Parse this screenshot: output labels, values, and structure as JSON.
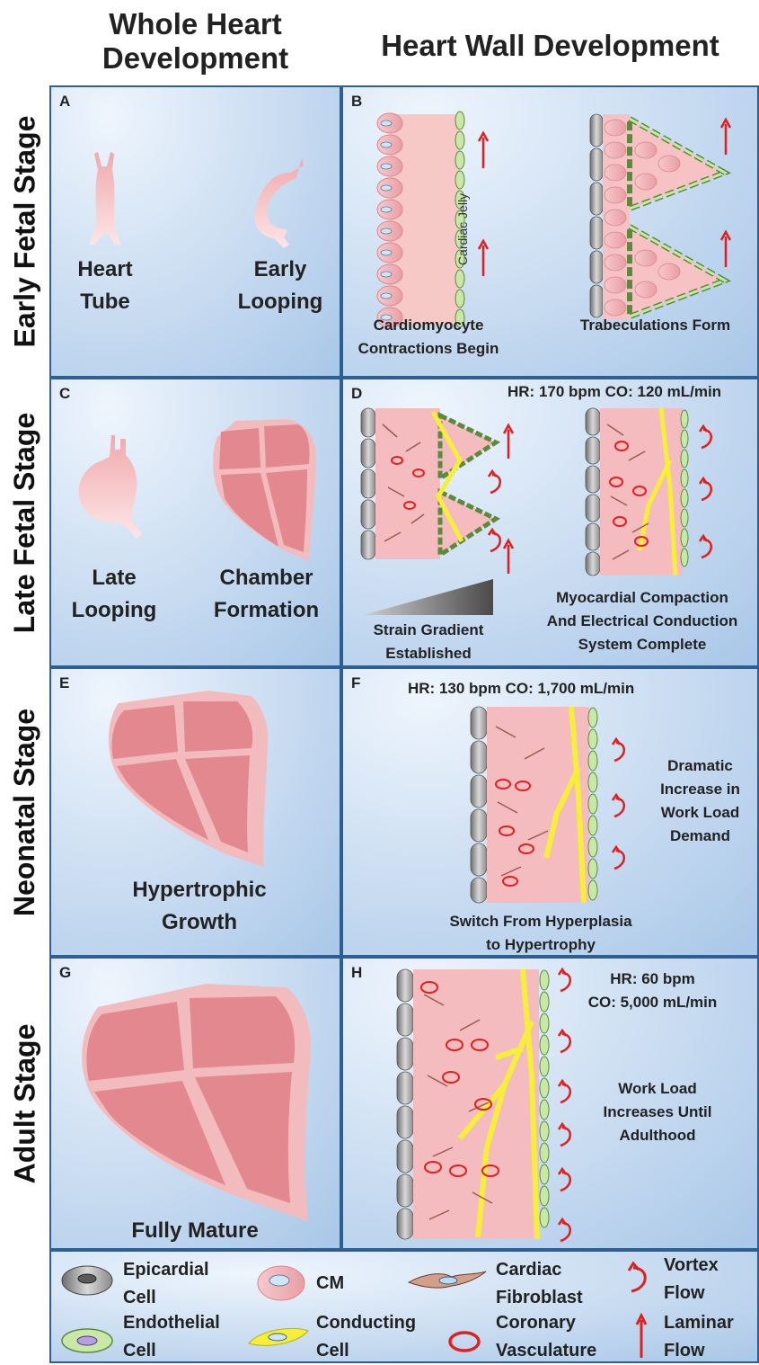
{
  "headers": {
    "left": [
      "Whole Heart",
      "Development"
    ],
    "right": "Heart Wall Development"
  },
  "stages": [
    "Early Fetal Stage",
    "Late Fetal Stage",
    "Neonatal Stage",
    "Adult Stage"
  ],
  "panels": {
    "A": {
      "letter": "A",
      "left_label": [
        "Heart",
        "Tube"
      ],
      "right_label": [
        "Early",
        "Looping"
      ]
    },
    "B": {
      "letter": "B",
      "jelly": "Cardiac Jelly",
      "left_caption": [
        "Cardiomyocyte",
        "Contractions Begin"
      ],
      "right_caption": "Trabeculations Form"
    },
    "C": {
      "letter": "C",
      "left_label": [
        "Late",
        "Looping"
      ],
      "right_label": [
        "Chamber",
        "Formation"
      ]
    },
    "D": {
      "letter": "D",
      "info": "HR: 170 bpm  CO: 120 mL/min",
      "left_caption": [
        "Strain Gradient",
        "Established"
      ],
      "right_caption": [
        "Myocardial Compaction",
        "And Electrical Conduction",
        "System Complete"
      ]
    },
    "E": {
      "letter": "E",
      "label": [
        "Hypertrophic",
        "Growth"
      ]
    },
    "F": {
      "letter": "F",
      "info": "HR: 130 bpm  CO: 1,700 mL/min",
      "side_text": [
        "Dramatic",
        "Increase in",
        "Work Load",
        "Demand"
      ],
      "caption": [
        "Switch From Hyperplasia",
        "to Hypertrophy"
      ]
    },
    "G": {
      "letter": "G",
      "label": "Fully Mature"
    },
    "H": {
      "letter": "H",
      "info": [
        "HR: 60 bpm",
        "CO: 5,000 mL/min"
      ],
      "side_text": [
        "Work Load",
        "Increases Until",
        "Adulthood"
      ]
    }
  },
  "legend": {
    "epicardial": [
      "Epicardial",
      "Cell"
    ],
    "cm": "CM",
    "fibroblast": [
      "Cardiac",
      "Fibroblast"
    ],
    "vortex": [
      "Vortex",
      "Flow"
    ],
    "endothelial": [
      "Endothelial",
      "Cell"
    ],
    "conducting": [
      "Conducting",
      "Cell"
    ],
    "coronary": [
      "Coronary",
      "Vasculature"
    ],
    "laminar": [
      "Laminar",
      "Flow"
    ]
  },
  "colors": {
    "panel_border": "#2e5f93",
    "cardiomyocyte": "#f2b8bc",
    "heart_fill": "#e89a9e",
    "conducting": "#f5ee3a",
    "flow_arrow": "#e02020",
    "endothelial": "#c9e8a8",
    "epicardial": "#9b9b9b"
  }
}
